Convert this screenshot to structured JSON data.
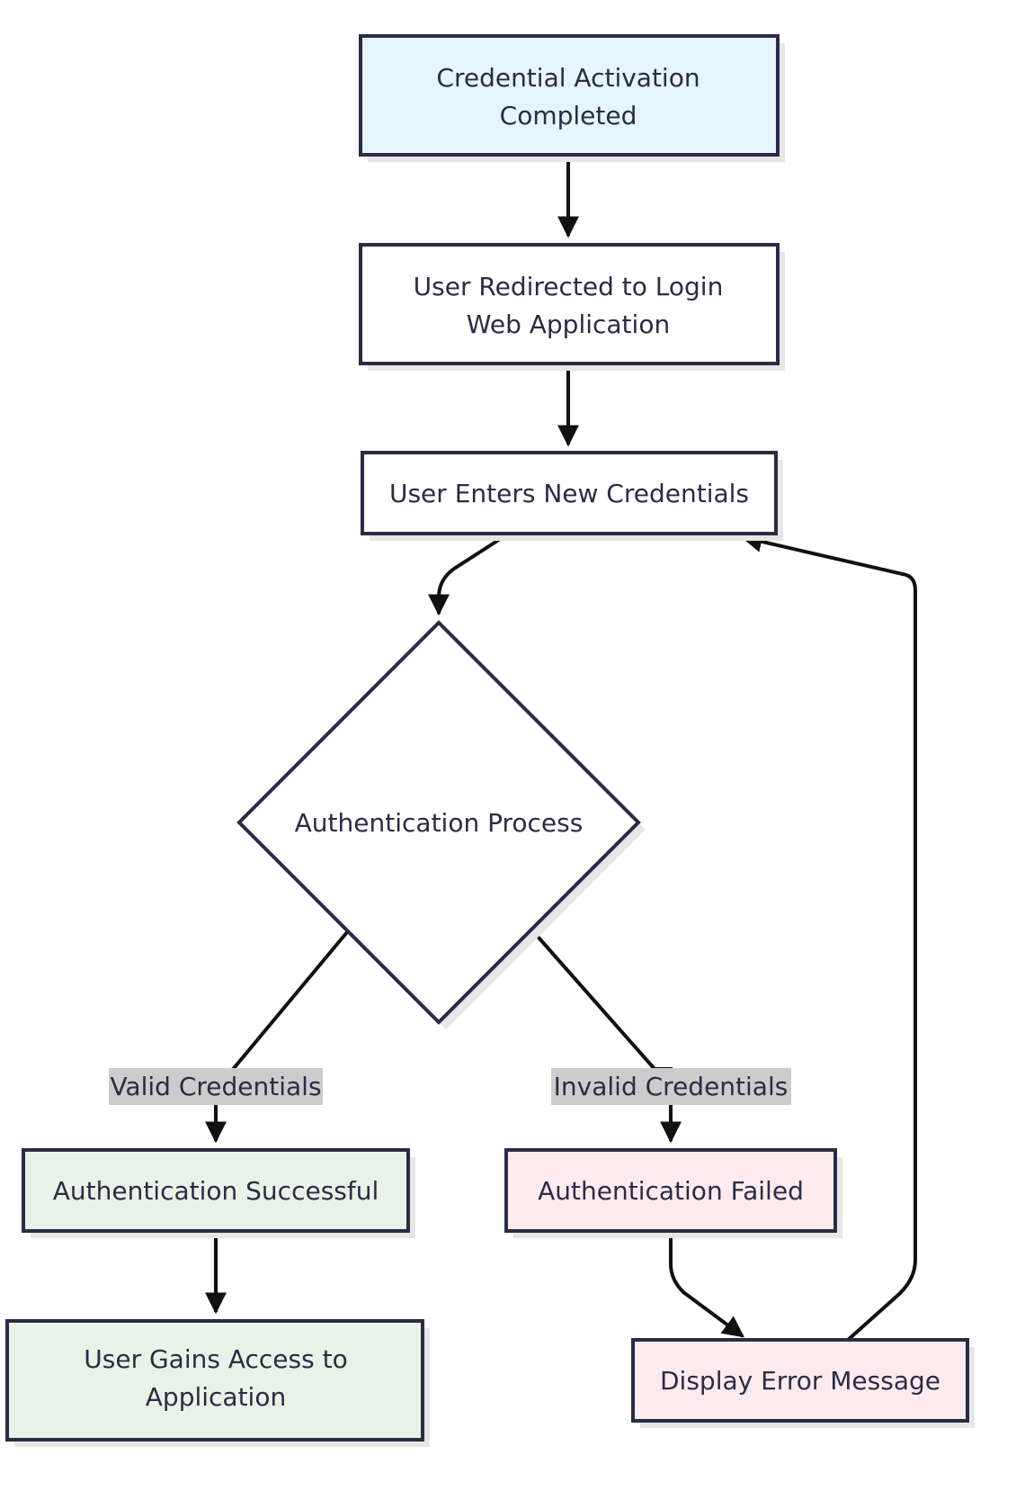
{
  "nodes": {
    "activation": {
      "line1": "Credential Activation",
      "line2": "Completed"
    },
    "redirect": {
      "line1": "User Redirected to Login",
      "line2": "Web Application"
    },
    "enter": {
      "label": "User Enters New Credentials"
    },
    "auth": {
      "label": "Authentication Process"
    },
    "success": {
      "label": "Authentication Successful"
    },
    "failed": {
      "label": "Authentication Failed"
    },
    "access": {
      "line1": "User Gains Access to",
      "line2": "Application"
    },
    "error": {
      "label": "Display Error Message"
    }
  },
  "edges": {
    "valid": {
      "label": "Valid Credentials"
    },
    "invalid": {
      "label": "Invalid Credentials"
    }
  },
  "colors": {
    "start_fill": "#e6f4fd",
    "success_fill": "#e8f3e8",
    "failure_fill": "#fcebee",
    "default_fill": "#ffffff",
    "stroke": "#2b2b45",
    "edge_label_bg": "#cccccc"
  }
}
